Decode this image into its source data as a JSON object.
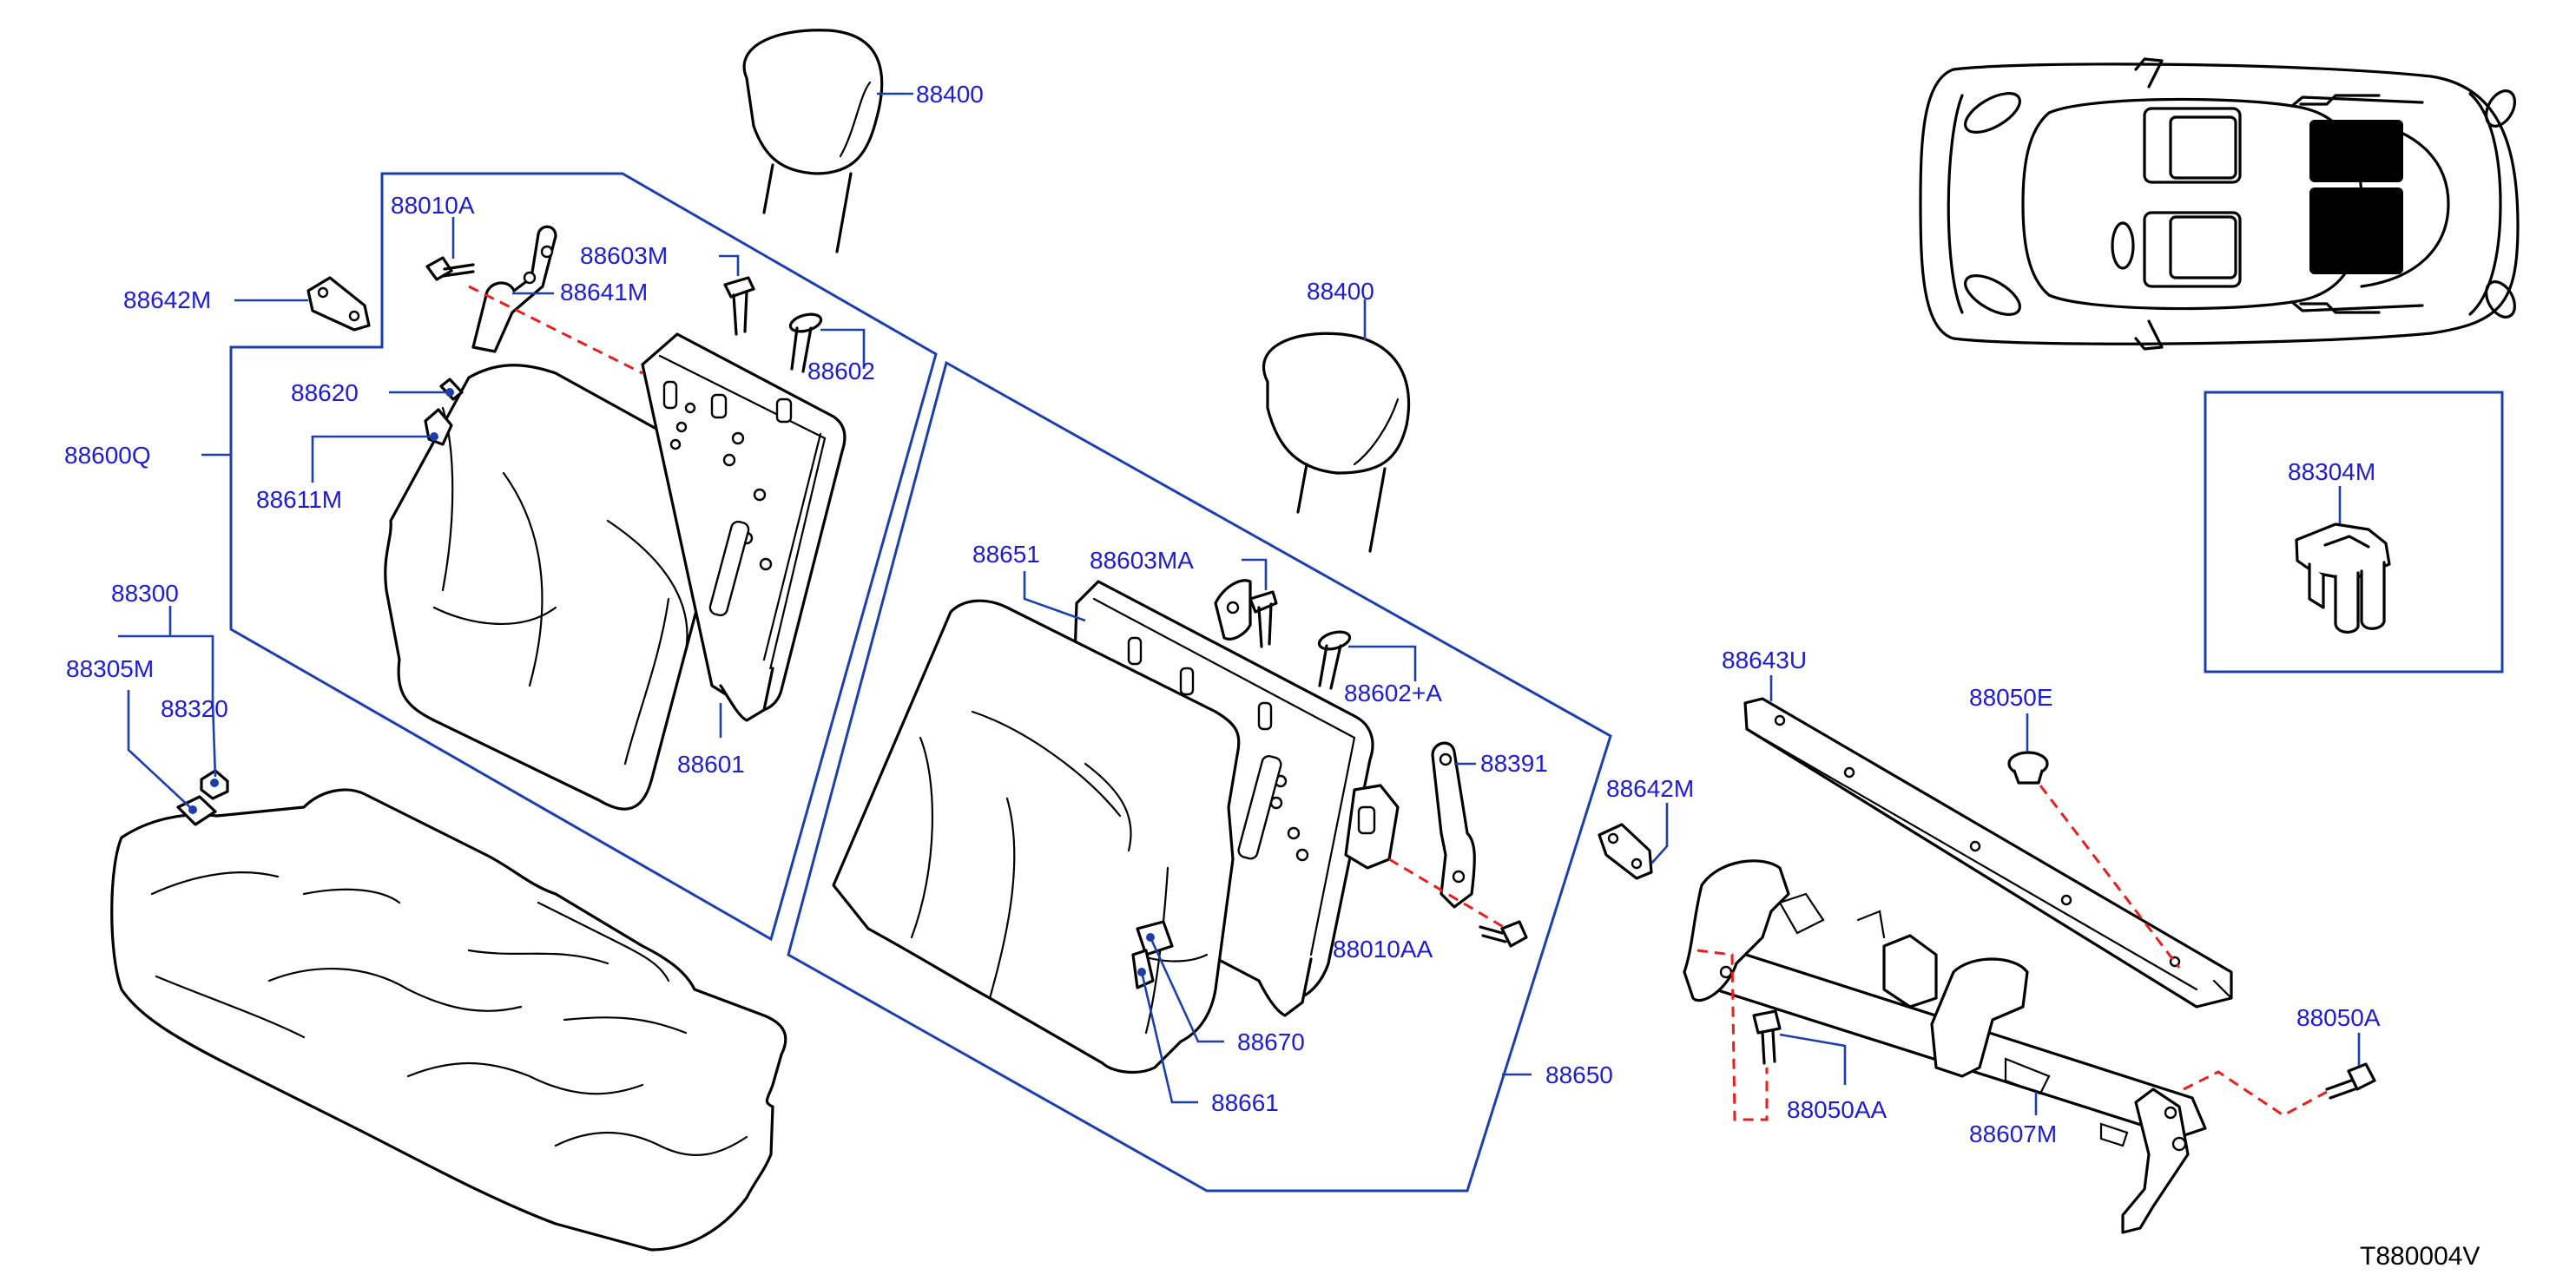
{
  "diagram_code": "T880004V",
  "labels": {
    "headrest_left": "88400",
    "headrest_right": "88400",
    "bolt_left": "88010A",
    "bolt_right": "88010AA",
    "hinge_left_bracket": "88642M",
    "hinge_right_bracket": "88642M",
    "guide_left": "88603M",
    "guide_right": "88603MA",
    "belt_guide_left": "88641M",
    "guide_lock_left": "88602",
    "guide_lock_right": "88602+A",
    "clip_left": "88620",
    "back_left_assy": "88600Q",
    "trim_clip_left": "88611M",
    "back_left_frame": "88601",
    "cushion_assy": "88300",
    "cushion_hook": "88305M",
    "cushion_pad": "88320",
    "back_right_frame": "88651",
    "lock_right": "88391",
    "clip_right": "88670",
    "trim_clip_right": "88661",
    "back_right_assy": "88650",
    "hinge_bracket": "88643U",
    "cap": "88050E",
    "bolt_bracket_left": "88050AA",
    "bolt_bracket_right": "88050A",
    "frame_bracket": "88607M",
    "cushion_hook_inset": "88304M"
  }
}
